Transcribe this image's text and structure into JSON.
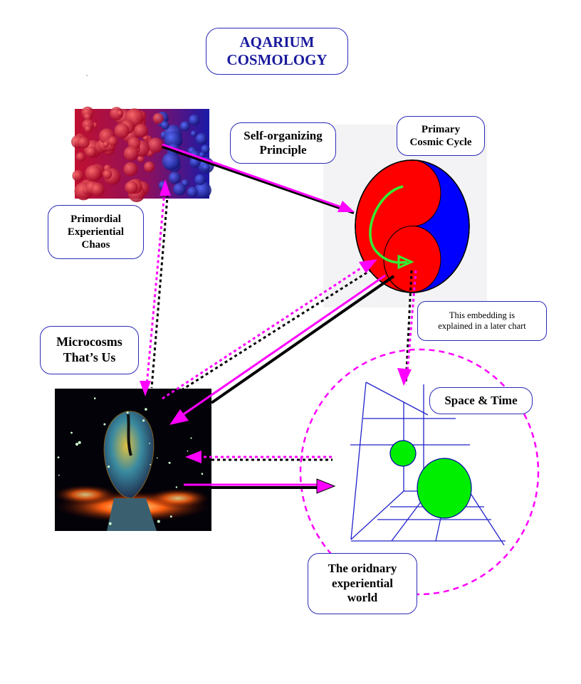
{
  "title": {
    "line1": "AQARIUM",
    "line2": "COSMOLOGY"
  },
  "labels": {
    "chaos": [
      "Primordial",
      "Experiential",
      "Chaos"
    ],
    "self_organizing": [
      "Self-organizing",
      "Principle"
    ],
    "primary_cycle": [
      "Primary",
      "Cosmic Cycle"
    ],
    "microcosms": [
      "Microcosms",
      "That’s Us"
    ],
    "embedding": [
      "This embedding is",
      "explained in a later chart"
    ],
    "space_time": "Space & Time",
    "ordinary_world": [
      "The oridnary",
      "experiential",
      "world"
    ]
  },
  "colors": {
    "title_text": "#1a1a9e",
    "box_border": "#2b2bb8",
    "arrow_magenta": "#ff00ff",
    "arrow_black": "#000000",
    "yin_red": "#ff0000",
    "yang_blue": "#0000ff",
    "cycle_green": "#33ee33",
    "sphere_green": "#00ee00",
    "grid_blue": "#2222cc"
  },
  "icons": {
    "chaos_image": "red-blue-bubbles-image",
    "cosmic_cycle": "yin-yang-icon",
    "microcosm_image": "cosmic-head-image",
    "space_time_grid": "perspective-grid-icon"
  }
}
